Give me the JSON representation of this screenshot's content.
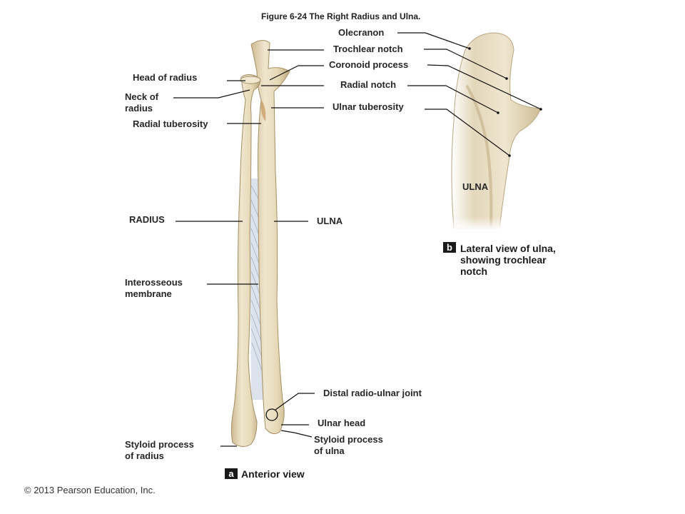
{
  "figure_title": "Figure 6-24  The Right Radius and Ulna.",
  "labels": {
    "olecranon": "Olecranon",
    "trochlear_notch": "Trochlear notch",
    "coronoid_process": "Coronoid process",
    "radial_notch": "Radial notch",
    "ulnar_tuberosity": "Ulnar tuberosity",
    "head_of_radius": "Head of radius",
    "neck_of_radius": "Neck of\nradius",
    "radial_tuberosity": "Radial tuberosity",
    "radius": "RADIUS",
    "ulna": "ULNA",
    "interosseous_membrane": "Interosseous\nmembrane",
    "distal_radio_ulnar_joint": "Distal radio-ulnar joint",
    "ulnar_head": "Ulnar head",
    "styloid_process_ulna": "Styloid process\nof ulna",
    "styloid_process_radius": "Styloid process\nof radius",
    "ulna_lateral": "ULNA"
  },
  "panel_a": {
    "badge": "a",
    "caption": "Anterior view"
  },
  "panel_b": {
    "badge": "b",
    "caption": "Lateral view of ulna,\nshowing trochlear\nnotch"
  },
  "copyright": "© 2013 Pearson Education, Inc.",
  "colors": {
    "bone": "#e8dcc0",
    "bone_shadow": "#c9b68f",
    "membrane": "#cfd6e0",
    "leader": "#111111",
    "badge": "#1a1a1a"
  }
}
